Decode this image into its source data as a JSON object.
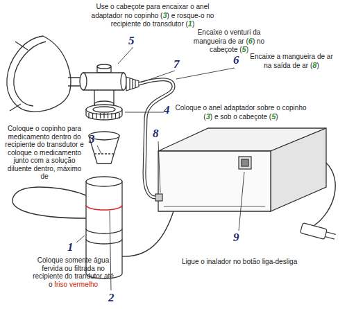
{
  "diagram": {
    "labels": [
      "5",
      "Use o cabeçote para encaixar o anel adaptador no copinho (",
      "3",
      ") e rosque-o no recipiente do transdutor (",
      "1",
      ")",
      "Encaixe o venturi da mangueira de ar (",
      "6",
      ") no cabeçote (",
      "5",
      ")",
      "7",
      "6",
      "Encaixe a mangueira de ar na saída de ar (",
      "8",
      ")",
      "4",
      "Coloque o anel adaptador sobre o copinho (",
      "3",
      ") e sob o cabeçote (",
      "5",
      ")",
      "3",
      "Coloque o copinho para medicamento dentro do recipiente do transdutor e coloque o medicamento junto com a solução diluente dentro, máximo de",
      "8",
      "1",
      "Coloque somente água fervida ou filtrada no recipiente do trandutor até o",
      "friso vermelho",
      "2",
      "9",
      "Ligue o inalador no botão liga-desliga"
    ]
  }
}
